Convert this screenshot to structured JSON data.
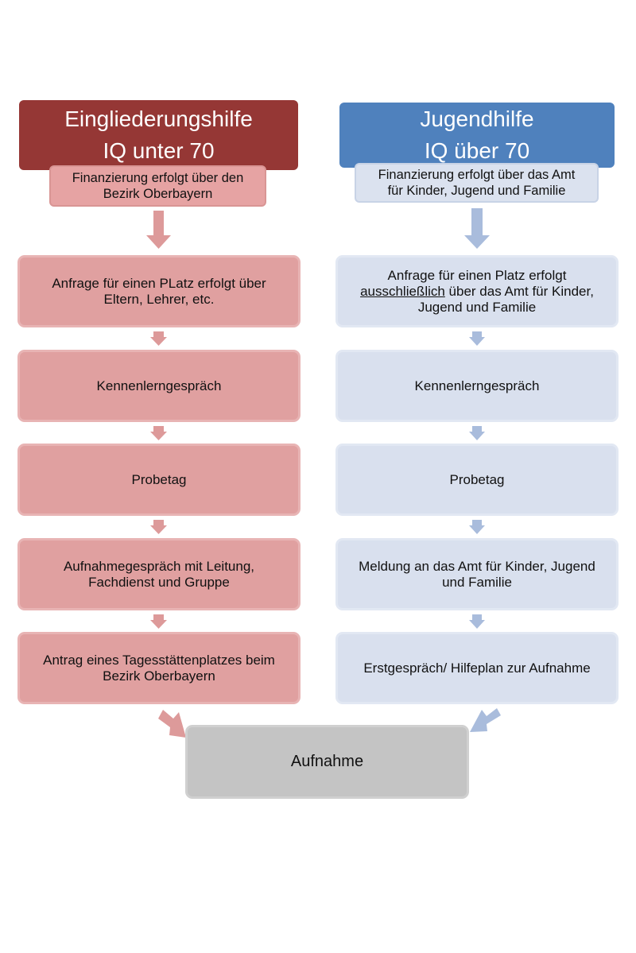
{
  "colors": {
    "left_header": "#953735",
    "left_step": "#e0a0a0",
    "left_arrow": "#dd9a9a",
    "right_header": "#4f81bd",
    "right_step": "#d9e0ee",
    "right_arrow": "#a9bcdc",
    "final": "#c4c4c4"
  },
  "left": {
    "title_line1": "Eingliederungshilfe",
    "title_line2": "IQ unter 70",
    "funding_line1": "Finanzierung erfolgt über den",
    "funding_line2": "Bezirk Oberbayern",
    "steps": [
      {
        "line1": "Anfrage für einen PLatz erfolgt über",
        "line2": "Eltern, Lehrer, etc."
      },
      {
        "line1": "Kennenlerngespräch"
      },
      {
        "line1": "Probetag"
      },
      {
        "line1": "Aufnahmegespräch mit  Leitung,",
        "line2": "Fachdienst und Gruppe"
      },
      {
        "line1": "Antrag eines Tagesstättenplatzes beim",
        "line2": "Bezirk Oberbayern"
      }
    ]
  },
  "right": {
    "title_line1": "Jugendhilfe",
    "title_line2": "IQ über 70",
    "funding_line1": "Finanzierung erfolgt über das Amt",
    "funding_line2": "für Kinder, Jugend und Familie",
    "steps": [
      {
        "line1": "Anfrage für einen Platz erfolgt",
        "line2_underlined": "ausschließlich",
        "line2_rest": " über das Amt für Kinder,",
        "line3": "Jugend und Familie"
      },
      {
        "line1": "Kennenlerngespräch"
      },
      {
        "line1": "Probetag"
      },
      {
        "line1": "Meldung an das Amt für Kinder, Jugend",
        "line2": "und Familie"
      },
      {
        "line1": "Erstgespräch/ Hilfeplan zur Aufnahme"
      }
    ]
  },
  "final": {
    "label": "Aufnahme"
  }
}
